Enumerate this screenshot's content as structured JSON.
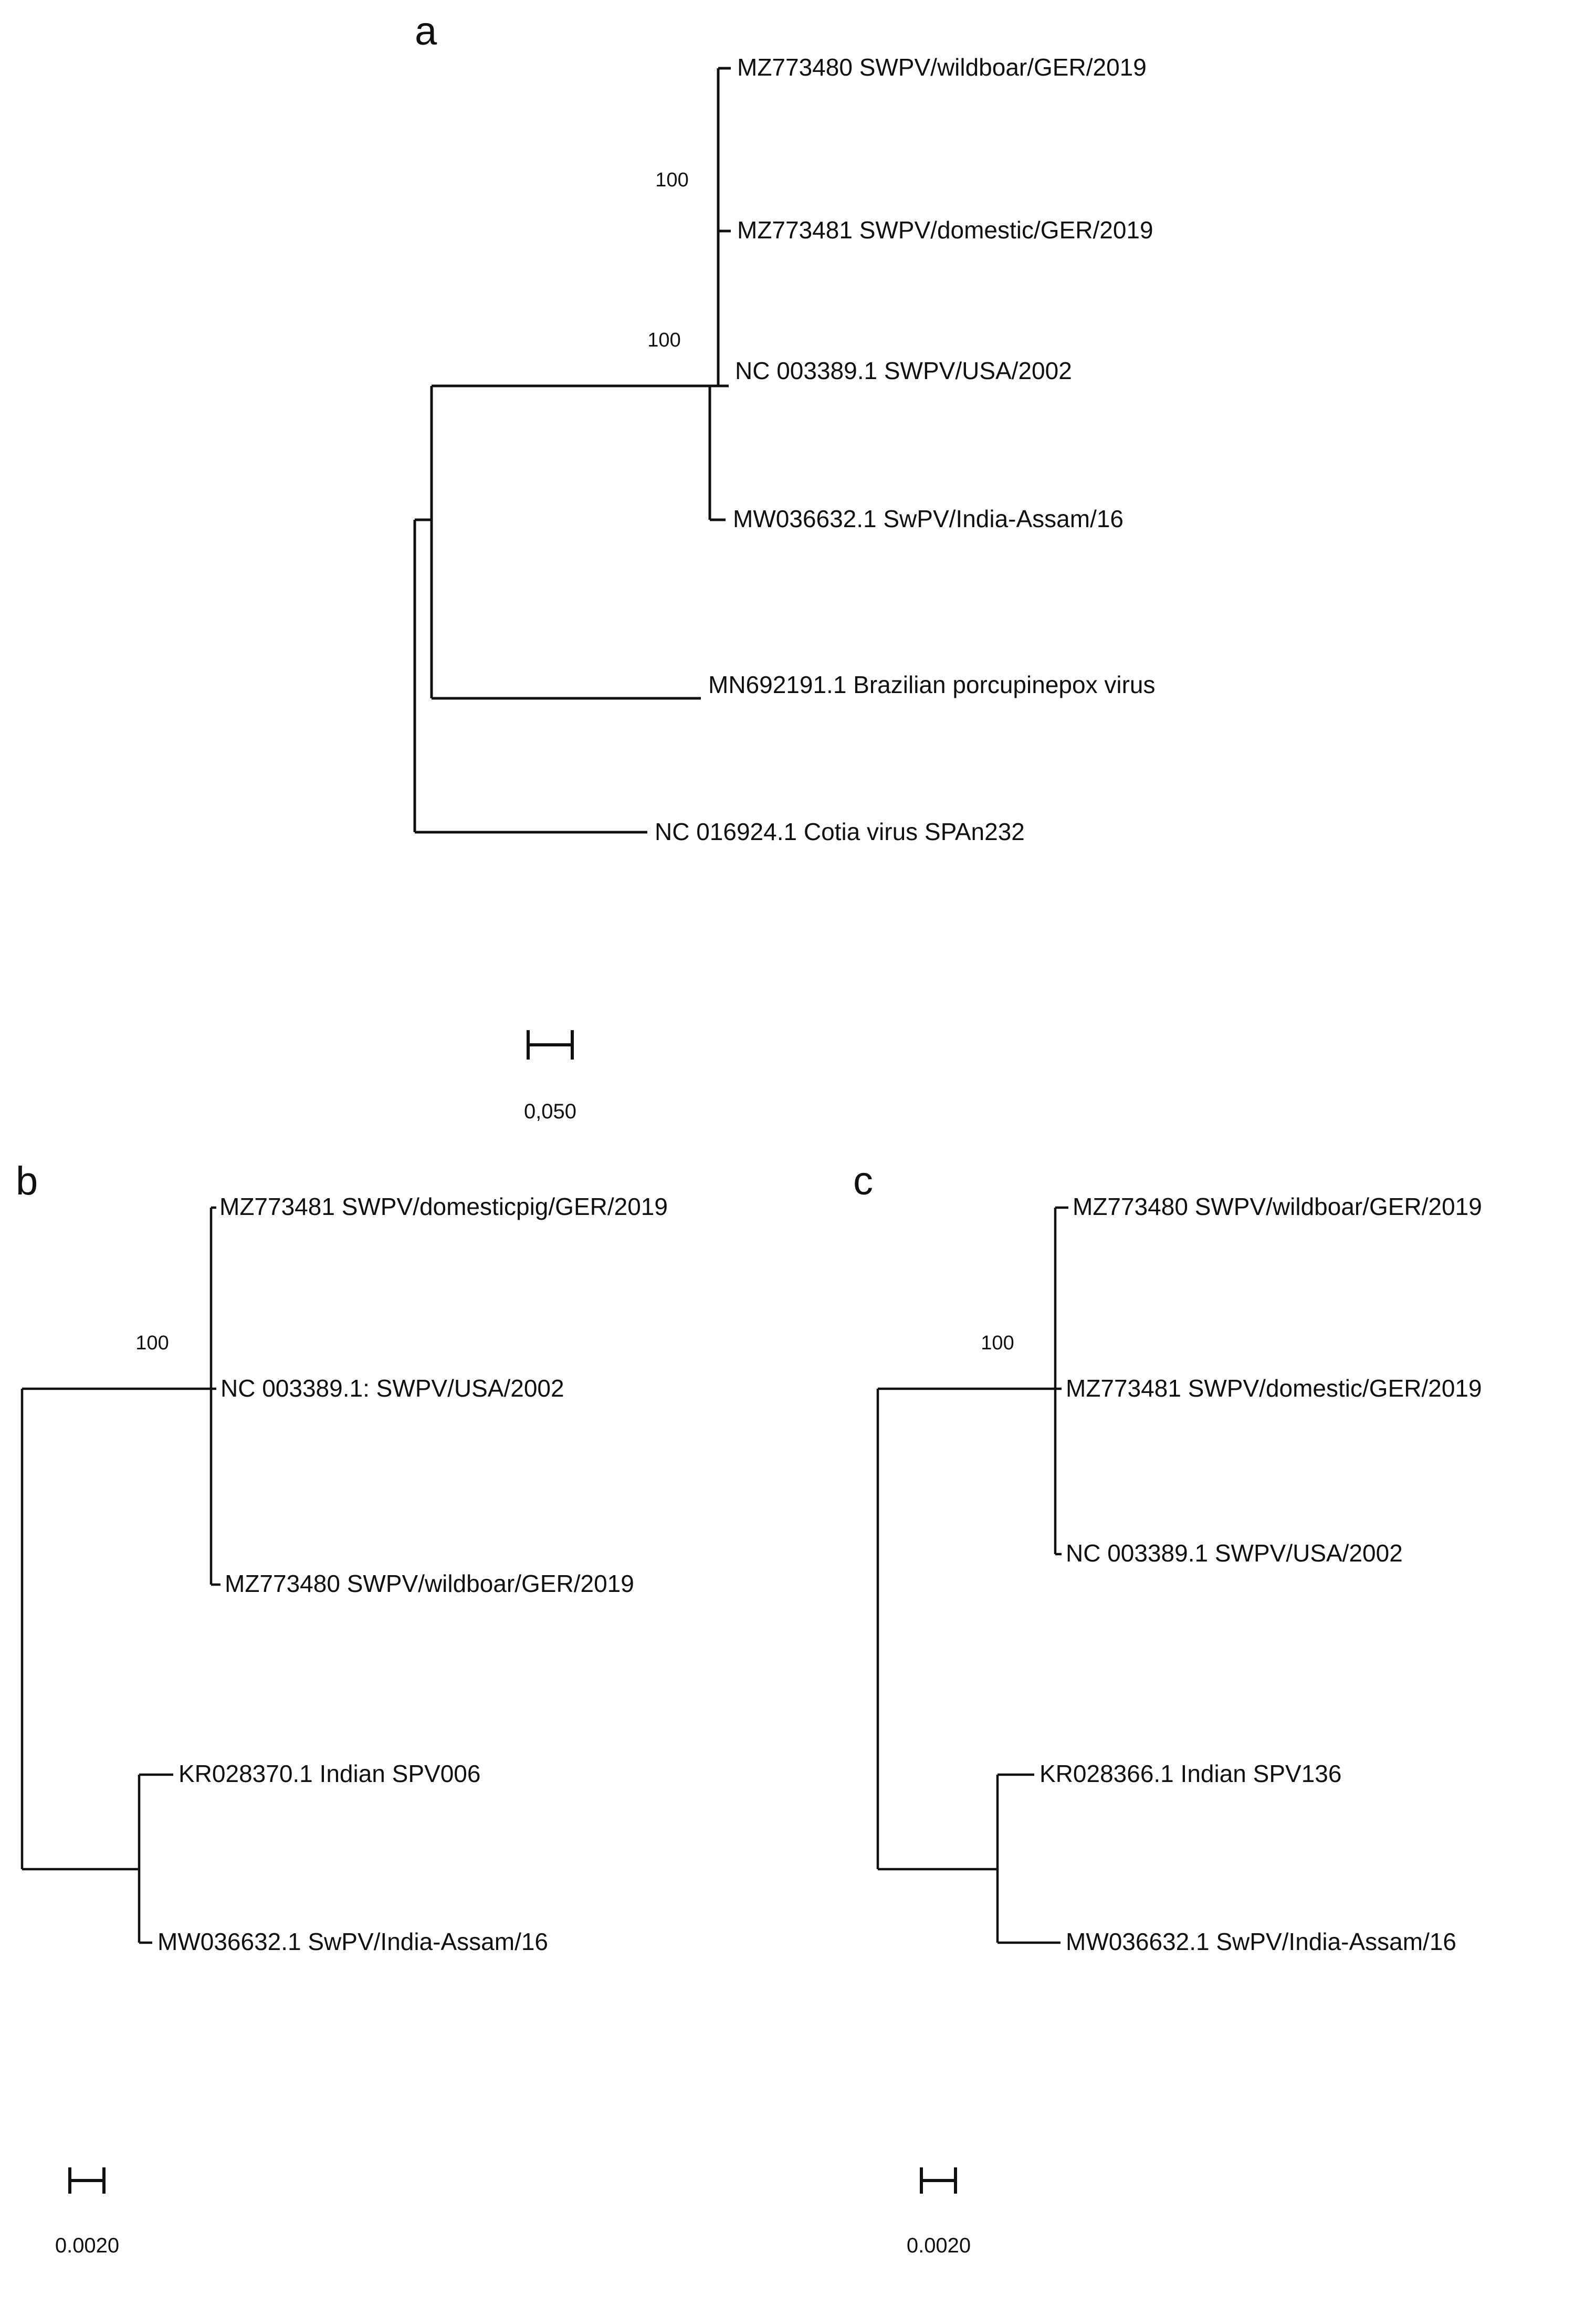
{
  "figure": {
    "type": "phylogenetic-tree-figure",
    "panel_count": 3,
    "background_color": "#ffffff",
    "line_color": "#101010"
  },
  "chart_data": {
    "type": "tree",
    "title": "",
    "panels": [
      {
        "id": "a",
        "letter": "a",
        "scale_bar": {
          "label": "0,050",
          "value": 0.05
        },
        "bootstrap_values": [
          "100",
          "100"
        ],
        "taxa": [
          {
            "index": 0,
            "label": "MZ773480 SWPV/wildboar/GER/2019"
          },
          {
            "index": 1,
            "label": "MZ773481 SWPV/domestic/GER/2019"
          },
          {
            "index": 2,
            "label": "NC 003389.1 SWPV/USA/2002"
          },
          {
            "index": 3,
            "label": "MW036632.1 SwPV/India-Assam/16"
          },
          {
            "index": 4,
            "label": "MN692191.1 Brazilian porcupinepox virus"
          },
          {
            "index": 5,
            "label": "NC 016924.1 Cotia virus SPAn232"
          }
        ]
      },
      {
        "id": "b",
        "letter": "b",
        "scale_bar": {
          "label": "0.0020",
          "value": 0.002
        },
        "bootstrap_values": [
          "100"
        ],
        "taxa": [
          {
            "index": 0,
            "label": "MZ773481 SWPV/domesticpig/GER/2019"
          },
          {
            "index": 1,
            "label": "NC 003389.1: SWPV/USA/2002"
          },
          {
            "index": 2,
            "label": "MZ773480 SWPV/wildboar/GER/2019"
          },
          {
            "index": 3,
            "label": "KR028370.1 Indian SPV006"
          },
          {
            "index": 4,
            "label": "MW036632.1 SwPV/India-Assam/16"
          }
        ]
      },
      {
        "id": "c",
        "letter": "c",
        "scale_bar": {
          "label": "0.0020",
          "value": 0.002
        },
        "bootstrap_values": [
          "100"
        ],
        "taxa": [
          {
            "index": 0,
            "label": "MZ773480 SWPV/wildboar/GER/2019"
          },
          {
            "index": 1,
            "label": "MZ773481 SWPV/domestic/GER/2019"
          },
          {
            "index": 2,
            "label": "NC 003389.1 SWPV/USA/2002"
          },
          {
            "index": 3,
            "label": "KR028366.1 Indian SPV136"
          },
          {
            "index": 4,
            "label": "MW036632.1 SwPV/India-Assam/16"
          }
        ]
      }
    ]
  }
}
